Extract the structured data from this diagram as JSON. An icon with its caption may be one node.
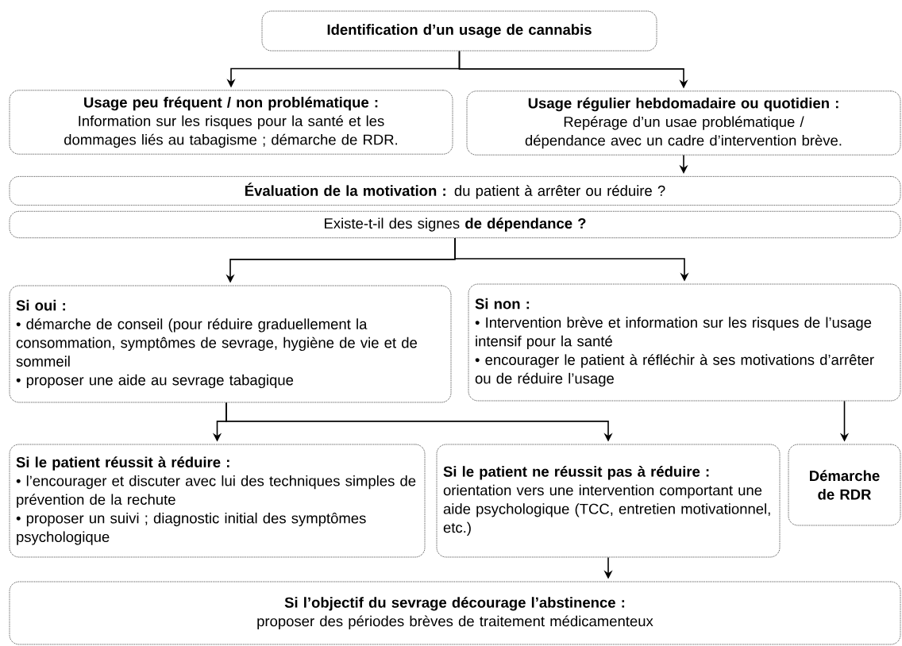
{
  "diagram": {
    "nodes": [
      {
        "text": [
          "Identification d’un usage de cannabis"
        ]
      },
      {
        "text": [
          "Usage peu fréquent / non problématique :",
          "Information sur les risques pour la santé et les dommages liés au tabagisme ; démarche de RDR."
        ]
      },
      {
        "text": [
          "Usage régulier hebdomadaire ou quotidien :",
          "Repérage d’un usae problématique / dépendance avec un cadre d’intervention brève."
        ]
      },
      {
        "text": [
          "**Évaluation de la motivation :** du patient à arrêter ou réduire ?"
        ]
      },
      {
        "text": [
          "Existe-t-il des signes **de dépendance ?**"
        ]
      },
      {
        "text": [
          "Si oui :",
          "• démarche de conseil (pour réduire graduellement la consommation, symptômes de sevrage, hygiène de vie et de sommeil",
          "• proposer une aide au sevrage tabagique"
        ]
      },
      {
        "text": [
          "Si non :",
          "• Intervention brève et information sur les risques de l’usage intensif pour la santé",
          "• encourager le patient à réfléchir à ses motivations d’arrêter ou de réduire l’usage"
        ]
      },
      {
        "text": [
          "Si le patient réussit à réduire :",
          "• l’encourager et discuter avec lui des techniques simples de prévention de la rechute",
          "• proposer un suivi ; diagnostic initial des symptômes psychologique"
        ]
      },
      {
        "text": [
          "Si le patient ne réussit pas à réduire :",
          "orientation vers une intervention comportant une aide psychologique (TCC, entretien motivationnel, etc.)"
        ]
      },
      {
        "text": [
          "Démarche de RDR"
        ]
      },
      {
        "text": [
          "Si l’objectif du sevrage décourage l’abstinence :",
          "proposer des périodes brèves de traitement médicamenteux"
        ]
      }
    ],
    "edges": [
      {
        "from": 0,
        "to": 1,
        "arrow": "to"
      },
      {
        "from": 0,
        "to": 2,
        "arrow": "to"
      },
      {
        "from": 2,
        "to": 3,
        "arrow": "to"
      },
      {
        "from": 4,
        "to": 5,
        "arrow": "to"
      },
      {
        "from": 4,
        "to": 6,
        "arrow": "to"
      },
      {
        "from": 5,
        "to": 7,
        "arrow": "to"
      },
      {
        "from": 5,
        "to": 8,
        "arrow": "to"
      },
      {
        "from": 6,
        "to": 9,
        "arrow": "to"
      },
      {
        "from": 8,
        "to": 10,
        "arrow": "to"
      }
    ]
  }
}
